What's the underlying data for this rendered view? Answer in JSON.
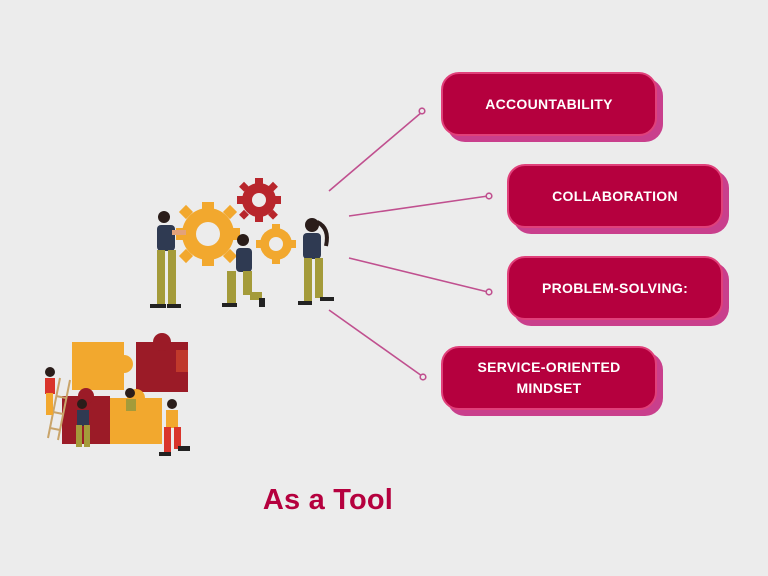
{
  "title": "As a Tool",
  "items": [
    {
      "label": "ACCOUNTABILITY"
    },
    {
      "label": "COLLABORATION"
    },
    {
      "label": "PROBLEM-SOLVING:"
    },
    {
      "label": "SERVICE-ORIENTED MINDSET"
    }
  ],
  "colors": {
    "background": "#ececec",
    "accent": "#b5003e",
    "accent_shadow": "#c93f8c",
    "connector": "#c0508f",
    "gear_yellow": "#f2a82e",
    "gear_red": "#b8262c"
  },
  "illustrations": [
    "team-gears-illustration",
    "team-puzzle-illustration"
  ]
}
